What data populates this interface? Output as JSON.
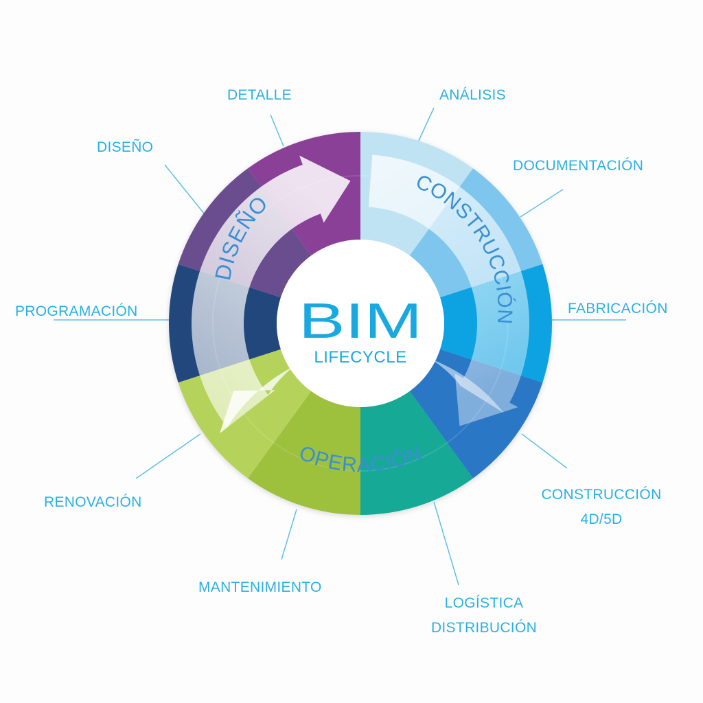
{
  "center": {
    "title": "BIM",
    "subtitle": "LIFECYCLE"
  },
  "phases": {
    "design": "DISEÑO",
    "construction": "CONSTRUCCIÓN",
    "operation": "OPERACIÓN"
  },
  "stages": {
    "detalle": "DETALLE",
    "diseno": "DISEÑO",
    "programacion": "PROGRAMACIÓN",
    "renovacion": "RENOVACIÓN",
    "mantenimiento": "MANTENIMIENTO",
    "logistica_line1": "LOGÍSTICA",
    "logistica_line2": "DISTRIBUCIÓN",
    "construccion_line1": "CONSTRUCCIÓN",
    "construccion_line2": "4D/5D",
    "fabricacion": "FABRICACIÓN",
    "documentacion": "DOCUMENTACIÓN",
    "analisis": "ANÁLISIS"
  },
  "colors": {
    "label": "#2ab0e4",
    "detalle": "#8b3f98",
    "diseno": "#6a4d8e",
    "programacion": "#21477d",
    "renovacion": "#b5d35a",
    "mantenimiento": "#9dc03c",
    "logistica": "#14a996",
    "construccion_4d5d": "#2a78c5",
    "fabricacion": "#0fa2e2",
    "documentacion": "#7ec6ee",
    "analisis": "#bfe3f3"
  }
}
